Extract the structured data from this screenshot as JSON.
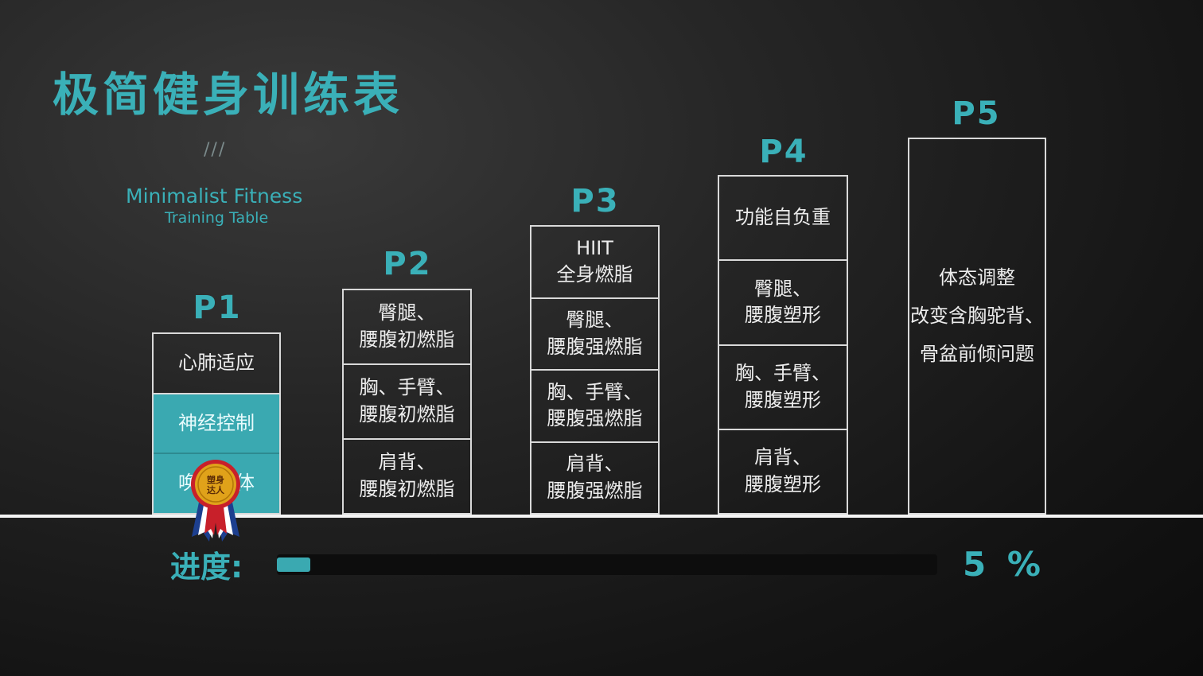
{
  "header": {
    "title": "极简健身训练表",
    "separator": "///",
    "subtitle_line1": "Minimalist Fitness",
    "subtitle_line2": "Training Table"
  },
  "phases": [
    {
      "label": "P1",
      "cells": [
        "心肺适应",
        "神经控制",
        "唤醒身体"
      ],
      "active": [
        false,
        true,
        true
      ]
    },
    {
      "label": "P2",
      "cells": [
        "臀腿、\n腰腹初燃脂",
        "胸、手臂、\n腰腹初燃脂",
        "肩背、\n腰腹初燃脂"
      ]
    },
    {
      "label": "P3",
      "cells": [
        "HIIT\n全身燃脂",
        "臀腿、\n腰腹强燃脂",
        "胸、手臂、\n腰腹强燃脂",
        "肩背、\n腰腹强燃脂"
      ]
    },
    {
      "label": "P4",
      "cells": [
        "功能自负重",
        "臀腿、\n腰腹塑形",
        "胸、手臂、\n腰腹塑形",
        "肩背、\n腰腹塑形"
      ]
    },
    {
      "label": "P5",
      "cells": [
        "体态调整\n改变含胸驼背、\n骨盆前倾问题"
      ]
    }
  ],
  "badge": {
    "text": "塑身达人",
    "colors": {
      "gold": "#e0a21a",
      "red": "#c8202a",
      "blue": "#1d3f8f"
    }
  },
  "progress": {
    "label": "进度:",
    "value": 5,
    "text": "5 %"
  },
  "colors": {
    "accent": "#3ab0b8",
    "background": "#1e1e1e",
    "border": "#d9d9d9"
  }
}
